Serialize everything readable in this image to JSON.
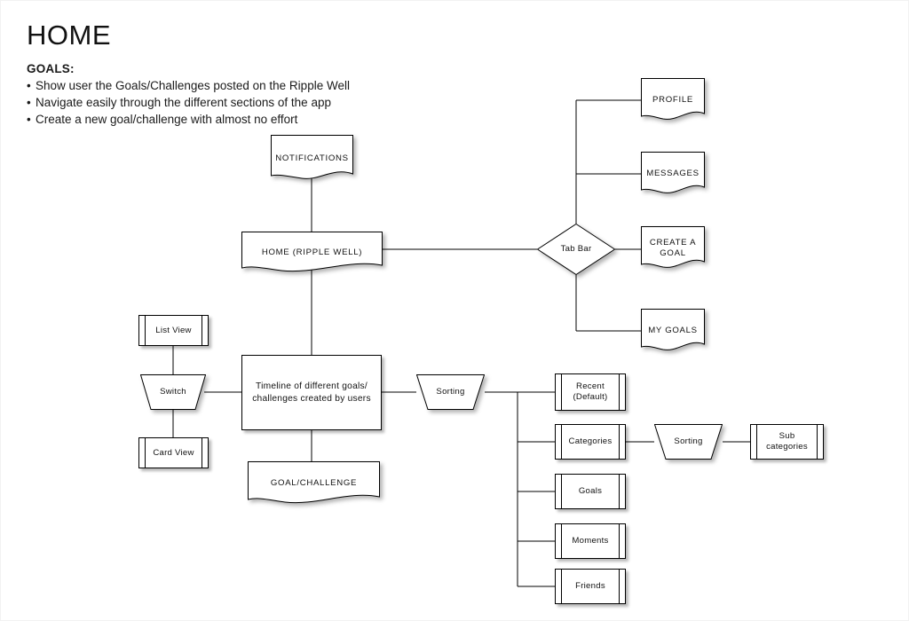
{
  "page": {
    "title": "HOME",
    "goals_heading": "GOALS:",
    "goals": [
      "Show user the Goals/Challenges posted on the Ripple Well",
      "Navigate easily through the different sections of the app",
      "Create a new goal/challenge with almost no effort"
    ],
    "bullet": "•"
  },
  "colors": {
    "stroke": "#000000",
    "fill": "#ffffff",
    "text": "#111111",
    "shadow": "rgba(0,0,0,0.28)",
    "frame": "#f2f2f2"
  },
  "diagram": {
    "type": "flowchart",
    "nodes": [
      {
        "id": "notifications",
        "label": "NOTIFICATIONS",
        "shape": "document"
      },
      {
        "id": "home",
        "label": "HOME (RIPPLE WELL)",
        "shape": "document"
      },
      {
        "id": "tab-bar",
        "label": "Tab Bar",
        "shape": "diamond"
      },
      {
        "id": "profile",
        "label": "PROFILE",
        "shape": "document"
      },
      {
        "id": "messages",
        "label": "MESSAGES",
        "shape": "document"
      },
      {
        "id": "create-a-goal",
        "label": "CREATE A\nGOAL",
        "shape": "document"
      },
      {
        "id": "my-goals",
        "label": "MY GOALS",
        "shape": "document"
      },
      {
        "id": "list-view",
        "label": "List View",
        "shape": "predefined-process"
      },
      {
        "id": "switch",
        "label": "Switch",
        "shape": "trapezoid"
      },
      {
        "id": "card-view",
        "label": "Card View",
        "shape": "predefined-process"
      },
      {
        "id": "timeline",
        "label": "Timeline of different goals/\nchallenges created by users",
        "shape": "rectangle"
      },
      {
        "id": "goal-challenge",
        "label": "GOAL/CHALLENGE",
        "shape": "document"
      },
      {
        "id": "sorting-main",
        "label": "Sorting",
        "shape": "trapezoid"
      },
      {
        "id": "recent-default",
        "label": "Recent\n(Default)",
        "shape": "predefined-process"
      },
      {
        "id": "categories",
        "label": "Categories",
        "shape": "predefined-process"
      },
      {
        "id": "goals",
        "label": "Goals",
        "shape": "predefined-process"
      },
      {
        "id": "moments",
        "label": "Moments",
        "shape": "predefined-process"
      },
      {
        "id": "friends",
        "label": "Friends",
        "shape": "predefined-process"
      },
      {
        "id": "sorting-sub",
        "label": "Sorting",
        "shape": "trapezoid"
      },
      {
        "id": "sub-categories",
        "label": "Sub\ncategories",
        "shape": "predefined-process"
      }
    ],
    "edges": [
      {
        "from": "notifications",
        "to": "home"
      },
      {
        "from": "home",
        "to": "tab-bar"
      },
      {
        "from": "home",
        "to": "timeline"
      },
      {
        "from": "tab-bar",
        "to": "profile"
      },
      {
        "from": "tab-bar",
        "to": "messages"
      },
      {
        "from": "tab-bar",
        "to": "create-a-goal"
      },
      {
        "from": "tab-bar",
        "to": "my-goals"
      },
      {
        "from": "list-view",
        "to": "switch"
      },
      {
        "from": "switch",
        "to": "card-view"
      },
      {
        "from": "switch",
        "to": "timeline"
      },
      {
        "from": "timeline",
        "to": "goal-challenge"
      },
      {
        "from": "timeline",
        "to": "sorting-main"
      },
      {
        "from": "sorting-main",
        "to": "recent-default"
      },
      {
        "from": "sorting-main",
        "to": "categories"
      },
      {
        "from": "sorting-main",
        "to": "goals"
      },
      {
        "from": "sorting-main",
        "to": "moments"
      },
      {
        "from": "sorting-main",
        "to": "friends"
      },
      {
        "from": "categories",
        "to": "sorting-sub"
      },
      {
        "from": "sorting-sub",
        "to": "sub-categories"
      }
    ]
  }
}
